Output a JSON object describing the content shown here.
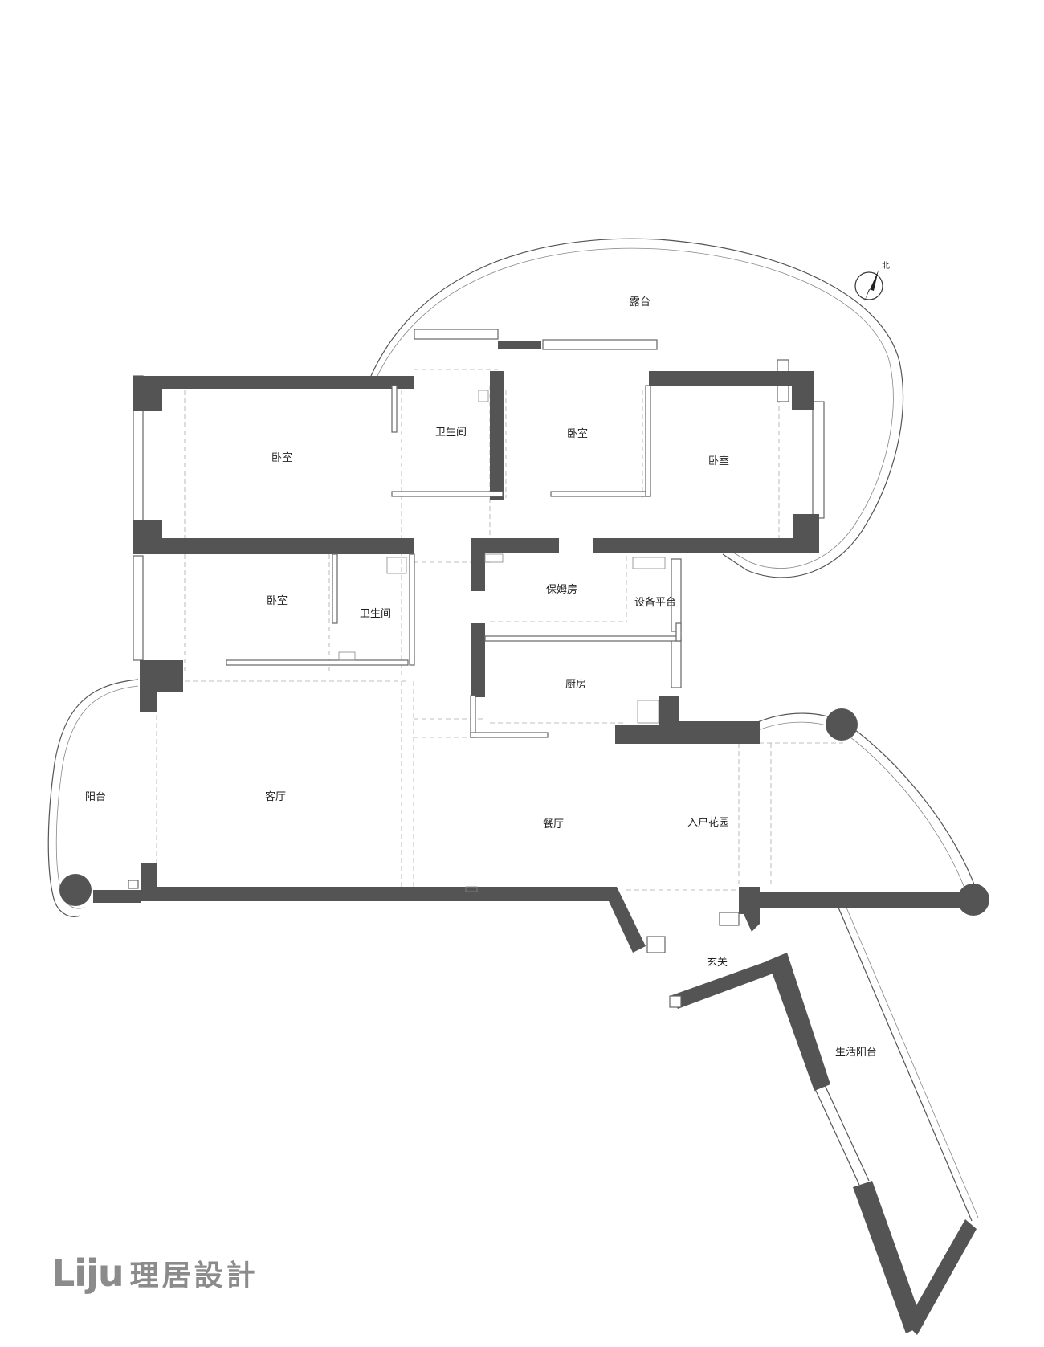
{
  "rooms": {
    "terrace": "露台",
    "bedroom_nw": "卧室",
    "bath_north": "卫生间",
    "bedroom_n_mid": "卧室",
    "bedroom_ne": "卧室",
    "bedroom_w": "卧室",
    "bath_west": "卫生间",
    "nanny_room": "保姆房",
    "equipment_platform": "设备平台",
    "kitchen": "厨房",
    "balcony": "阳台",
    "living_room": "客厅",
    "dining_room": "餐厅",
    "entry_garden": "入户花园",
    "foyer": "玄关",
    "utility_balcony": "生活阳台"
  },
  "compass": {
    "north_label": "北"
  },
  "brand": {
    "latin": "Liju",
    "cjk": "理居設計"
  },
  "colors": {
    "wall": "#545454",
    "brand": "#8b8b8b"
  }
}
